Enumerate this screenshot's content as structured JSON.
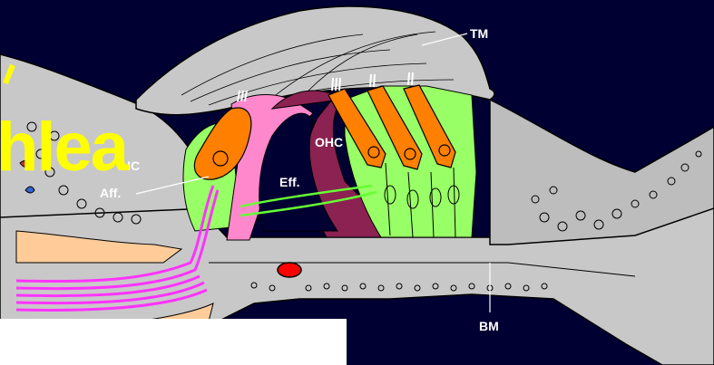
{
  "title": "hlea",
  "labels": {
    "tm": "TM",
    "ohc_left": "IHC",
    "ohc_right": "OHC",
    "aff": "Aff.",
    "eff": "Eff.",
    "bm": "BM"
  },
  "colors": {
    "background": "#000033",
    "tissue": "#c8c8c8",
    "outline": "#000000",
    "hair_cell": "#ff8000",
    "supporting_cells": "#99ff66",
    "pillar_left": "#ff88cc",
    "pillar_right": "#8b2252",
    "bone": "#ffcc99",
    "nerve_fibers": "#ff33ff",
    "blood_vessel": "#ff0000",
    "title": "#ffff00"
  }
}
